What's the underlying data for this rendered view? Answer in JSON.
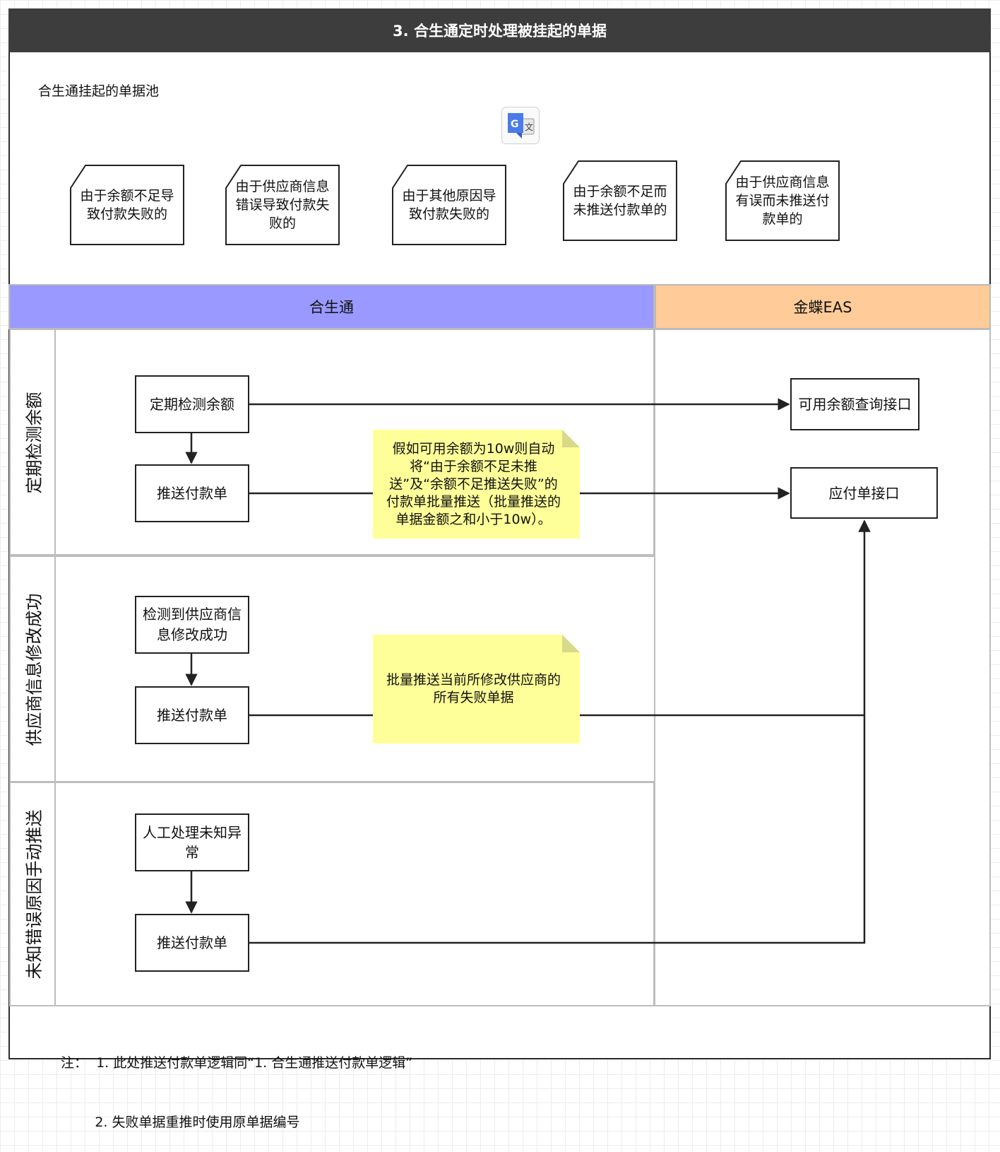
{
  "title": "3. 合生通定时处理被挂起的单据",
  "pool": {
    "label": "合生通挂起的单据池",
    "cards": [
      "由于余额不足导致付款失败的",
      "由于供应商信息错误导致付款失败的",
      "由于其他原因导致付款失败的",
      "由于余额不足而未推送付款单的",
      "由于供应商信息有误而未推送付款单的"
    ]
  },
  "columns": {
    "hst": "合生通",
    "eas": "金蝶EAS"
  },
  "lanes": [
    "定期检测余额",
    "供应商信息修改成功",
    "未知错误原因手动推送"
  ],
  "boxes": {
    "check_balance": "定期检测余额",
    "push_1": "推送付款单",
    "detect_supplier": "检测到供应商信息修改成功",
    "push_2": "推送付款单",
    "manual": "人工处理未知异常",
    "push_3": "推送付款单",
    "balance_api": "可用余额查询接口",
    "payable_api": "应付单接口"
  },
  "notes": {
    "n1": "假如可用余额为10w则自动将“由于余额不足未推送”及“余额不足推送失败”的付款单批量推送（批量推送的单据金额之和小于10w）。",
    "n2": "批量推送当前所修改供应商的所有失败单据"
  },
  "footnote": {
    "line1": "注：  1. 此处推送付款单逻辑同“1. 合生通推送付款单逻辑”",
    "line2": "        2. 失败单据重推时使用原单据编号"
  },
  "icons": {
    "translate": "google-translate-icon"
  }
}
